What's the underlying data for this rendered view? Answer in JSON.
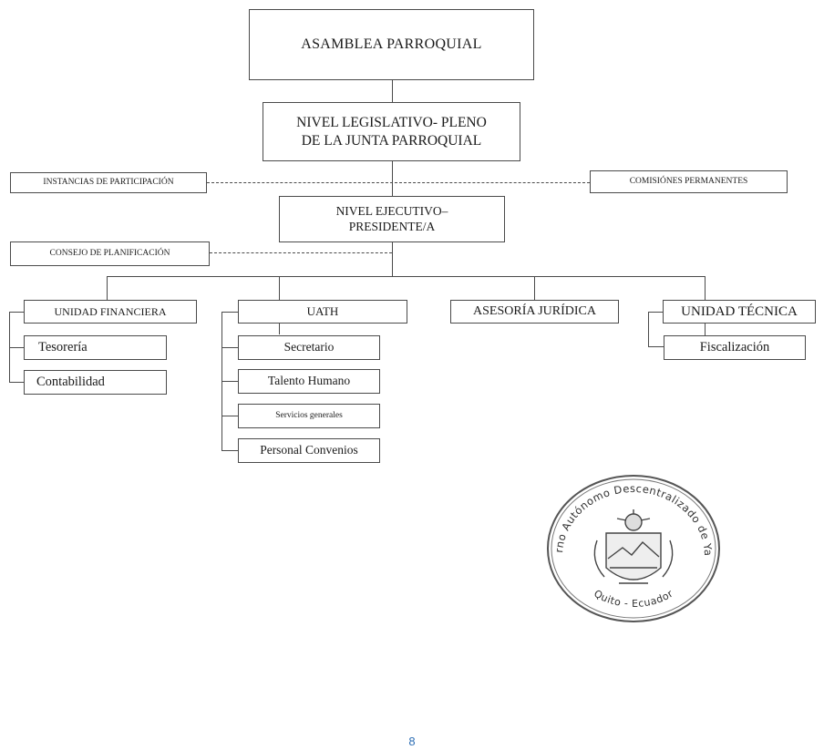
{
  "org": {
    "asamblea": "ASAMBLEA PARROQUIAL",
    "legislativo": [
      "NIVEL LEGISLATIVO- PLENO",
      "DE LA JUNTA PARROQUIAL"
    ],
    "instancias": "INSTANCIAS DE PARTICIPACIÓN",
    "comisiones": "COMISIÓNES PERMANENTES",
    "ejecutivo": [
      "NIVEL EJECUTIVO–",
      "PRESIDENTE/A"
    ],
    "consejo": "CONSEJO DE PLANIFICACIÓN",
    "financiera": {
      "title": "UNIDAD FINANCIERA",
      "items": [
        "Tesorería",
        "Contabilidad"
      ]
    },
    "uath": {
      "title": "UATH",
      "items": [
        "Secretario",
        "Talento Humano",
        "Servicios generales",
        "Personal Convenios"
      ]
    },
    "juridica": {
      "title": "ASESORÍA JURÍDICA"
    },
    "tecnica": {
      "title": "UNIDAD TÉCNICA",
      "items": [
        "Fiscalización"
      ]
    }
  },
  "seal": {
    "top_text": "Gobierno Autónomo Descentralizado de Yaruquí",
    "bottom_text": "Quito - Ecuador"
  },
  "page_number": "8"
}
